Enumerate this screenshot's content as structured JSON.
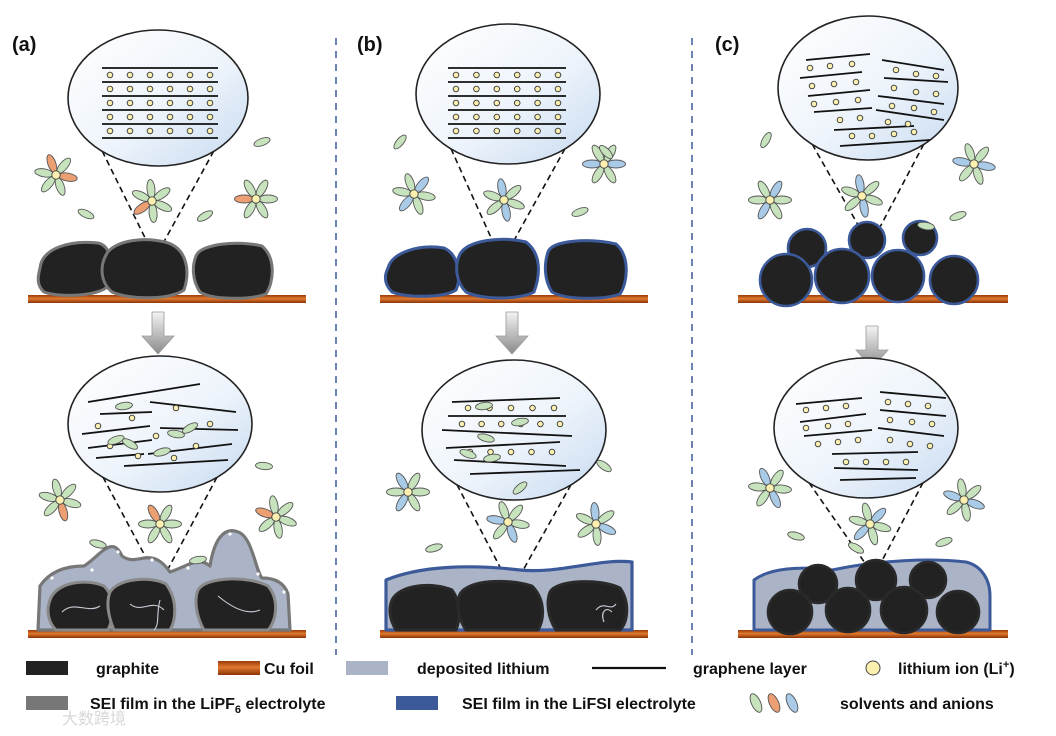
{
  "panels": [
    {
      "id": "a",
      "label": "(a)",
      "electrolyte": "LiPF6"
    },
    {
      "id": "b",
      "label": "(b)",
      "electrolyte": "LiFSI"
    },
    {
      "id": "c",
      "label": "(c)",
      "electrolyte": "LiFSI"
    }
  ],
  "colors": {
    "graphite": "#222222",
    "cu_foil": "#b5470f",
    "deposited_lithium": "#aab4c6",
    "graphene_layer": "#111111",
    "lithium_ion": "#fcf0b0",
    "sei_lipf6": "#777777",
    "sei_lifsi": "#3c5a9a",
    "solvent_green": "#c7e3bd",
    "solvent_orange": "#ec9f73",
    "solvent_blue": "#a9cbe8",
    "divider": "#3c5a9a"
  },
  "legend": {
    "row1": [
      {
        "key": "graphite",
        "label": "graphite"
      },
      {
        "key": "cu_foil",
        "label": "Cu foil"
      },
      {
        "key": "deposited_lithium",
        "label": "deposited lithium"
      },
      {
        "key": "graphene_layer",
        "label": "graphene layer"
      },
      {
        "key": "lithium_ion",
        "label": "lithium ion (Li",
        "sup": "+",
        "suffix": ")"
      }
    ],
    "row2": [
      {
        "key": "sei_lipf6",
        "label": "SEI film in the LiPF",
        "sub": "6",
        "suffix": " electrolyte"
      },
      {
        "key": "sei_lifsi",
        "label": "SEI film in the LiFSI electrolyte"
      },
      {
        "key": "solvents",
        "label": "solvents and anions"
      }
    ]
  },
  "watermark": "大数跨境"
}
